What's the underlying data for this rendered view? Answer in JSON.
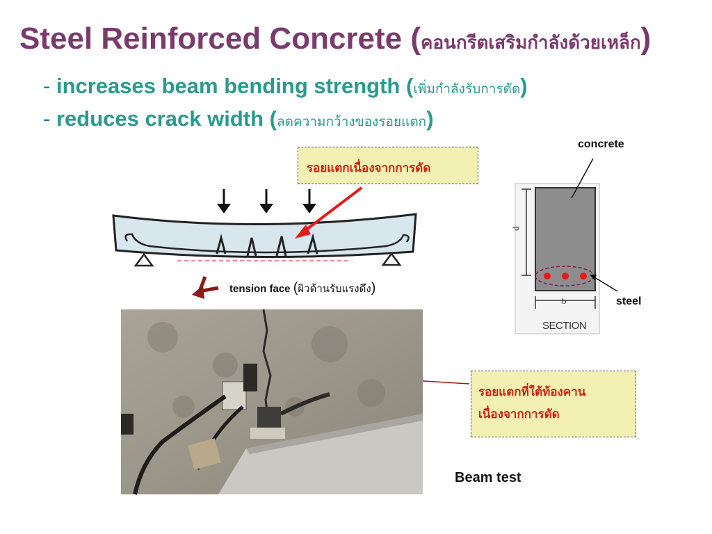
{
  "title": {
    "main": "Steel Reinforced Concrete",
    "thai": "คอนกรีตเสริมกำลังด้วยเหล็ก"
  },
  "bullets": [
    {
      "dash": "-",
      "text": "increases beam bending strength",
      "thai": "เพิ่มกำลังรับการดัด"
    },
    {
      "dash": "-",
      "text": "reduces crack width",
      "thai": "ลดความกว้างของรอยแตก"
    }
  ],
  "beam_diagram": {
    "callout": "รอยแตกเนื่องจากการดัด",
    "tension_label": "tension face",
    "tension_thai": "ผิวด้านรับแรงดึง"
  },
  "section_diagram": {
    "concrete_label": "concrete",
    "steel_label": "steel",
    "depth_label": "d",
    "width_label": "b",
    "section_label": "SECTION"
  },
  "photo": {
    "callout_lines": [
      "รอยแตกที่ใต้ท้องคาน",
      "เนื่องจากการดัด"
    ],
    "caption": "Beam test"
  },
  "colors": {
    "title": "#7b3a6e",
    "bullets": "#2a9a8e",
    "callout_fill": "#f3f0b4",
    "callout_text": "#cc2211",
    "arrow_red": "#e8191a",
    "tension_arrow": "#8b1a1a",
    "steel_dots": "#e8191a"
  }
}
